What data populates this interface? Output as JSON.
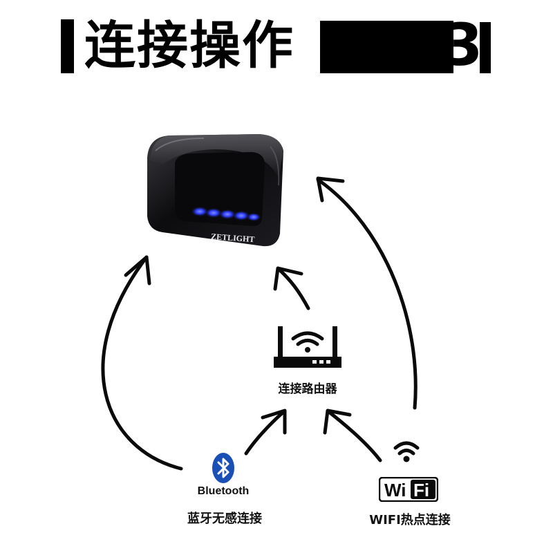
{
  "title": {
    "text": "连接操作",
    "step_number": "3"
  },
  "product": {
    "brand": "ZETLIGHT",
    "led_color": "#2b3cff"
  },
  "nodes": {
    "router": {
      "label": "连接路由器",
      "icon": "router-icon"
    },
    "bluetooth": {
      "wordmark": "Bluetooth",
      "label": "蓝牙无感连接",
      "icon": "bluetooth-icon",
      "color": "#1a4fb5"
    },
    "wifi": {
      "logo_left": "Wi",
      "logo_right": "Fi",
      "label": "WIFI热点连接",
      "icon": "wifi-icon"
    }
  }
}
